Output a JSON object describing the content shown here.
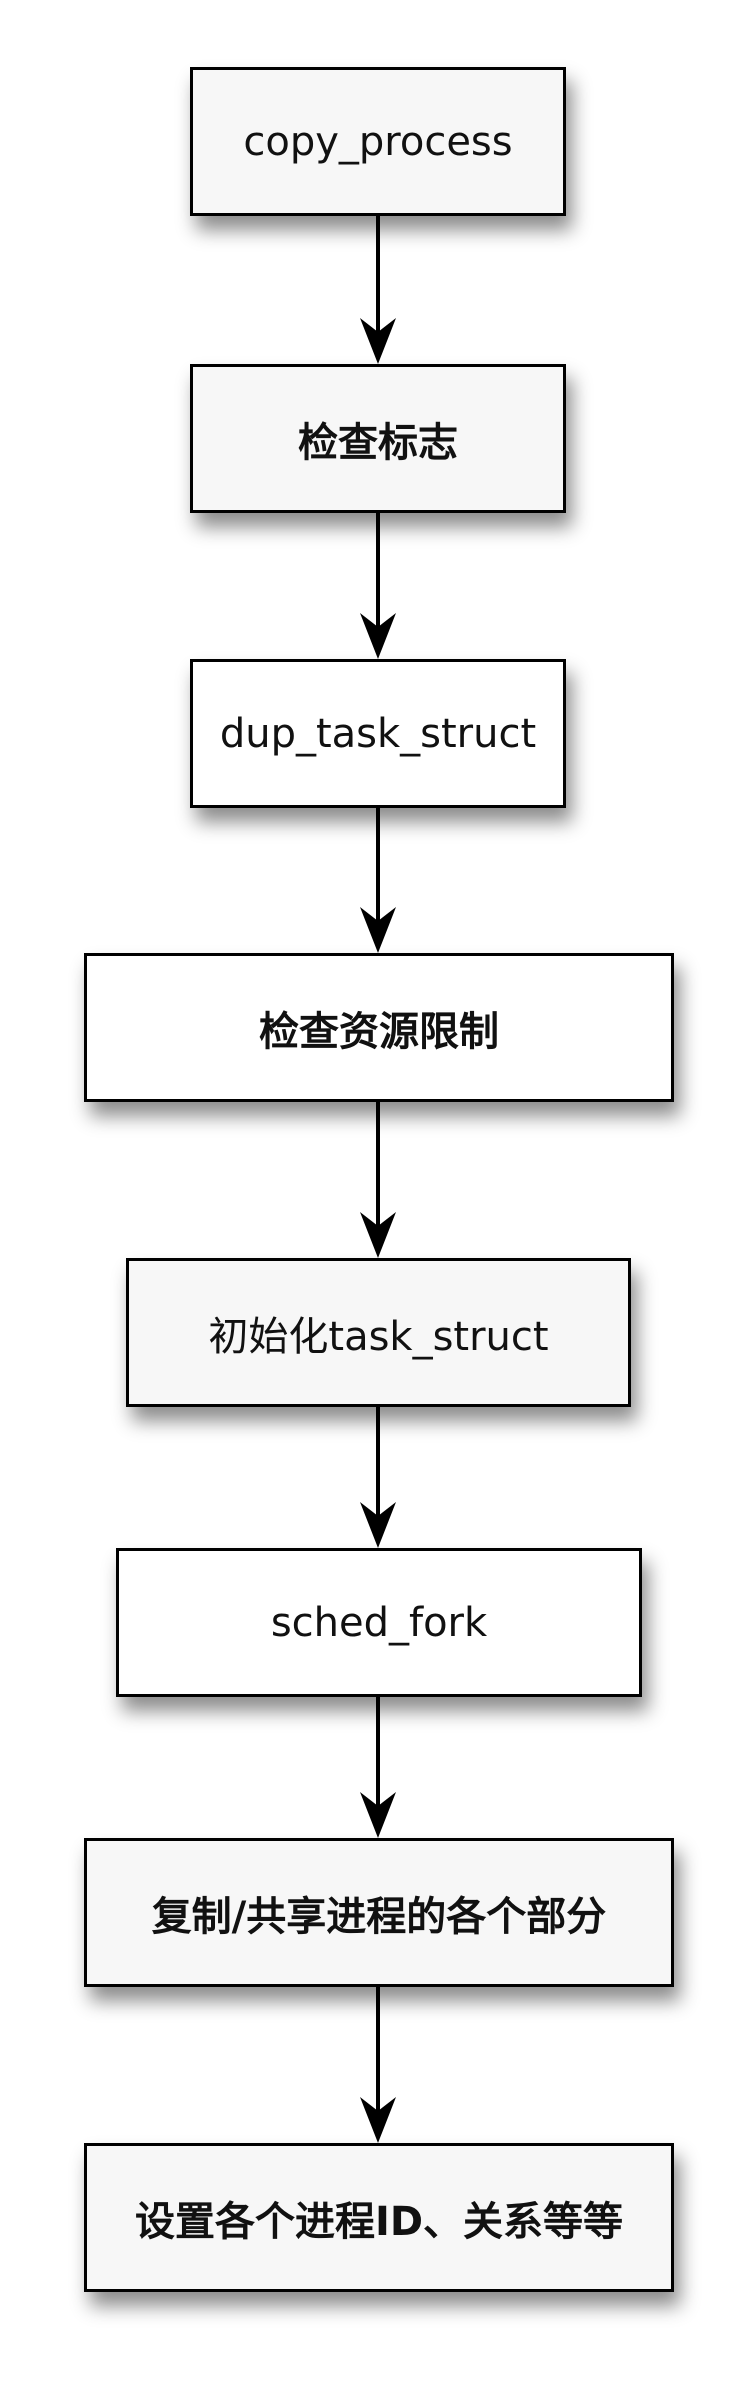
{
  "diagram": {
    "nodes": [
      {
        "label": "copy_process"
      },
      {
        "label": "检查标志"
      },
      {
        "label": "dup_task_struct"
      },
      {
        "label": "检查资源限制"
      },
      {
        "label": "初始化task_struct"
      },
      {
        "label": "sched_fork"
      },
      {
        "label": "复制/共享进程的各个部分"
      },
      {
        "label": "设置各个进程ID、关系等等"
      }
    ],
    "colors": {
      "border": "#000000",
      "box_fill": "#f7f7f7",
      "box_fill_white": "#ffffff",
      "text": "#111111",
      "arrow": "#000000"
    }
  }
}
